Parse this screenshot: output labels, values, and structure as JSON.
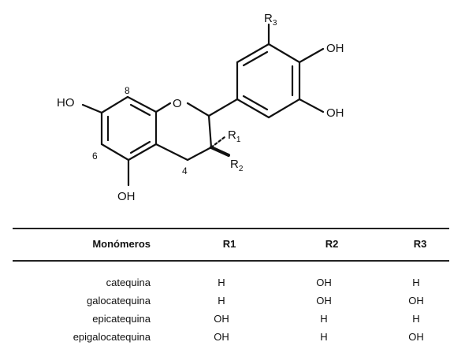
{
  "structure": {
    "labels": {
      "r3": "R",
      "r3_sub": "3",
      "oh_top": "OH",
      "oh_mid": "OH",
      "ho_left": "HO",
      "o_ring": "O",
      "r1": "R",
      "r1_sub": "1",
      "r2": "R",
      "r2_sub": "2",
      "oh_bottom": "OH",
      "pos_8": "8",
      "pos_6": "6",
      "pos_4": "4"
    }
  },
  "table": {
    "headers": [
      "Monómeros",
      "R1",
      "R2",
      "R3"
    ],
    "rows": [
      [
        "catequina",
        "H",
        "OH",
        "H"
      ],
      [
        "galocatequina",
        "H",
        "OH",
        "OH"
      ],
      [
        "epicatequina",
        "OH",
        "H",
        "H"
      ],
      [
        "epigalocatequina",
        "OH",
        "H",
        "OH"
      ]
    ]
  }
}
